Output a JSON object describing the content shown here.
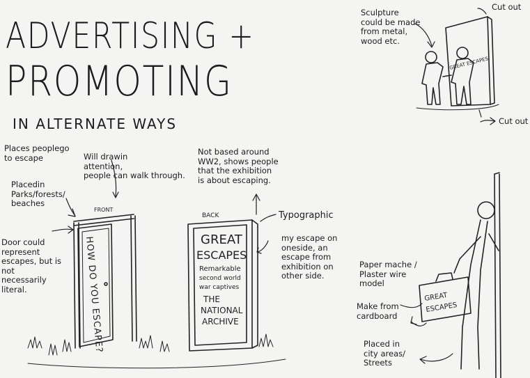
{
  "title": {
    "line1": "ADVERTISING +",
    "line2": "PROMOTING",
    "line3": "IN ALTERNATE WAYS"
  },
  "door": {
    "top_label": "FRONT",
    "sign_text": "HOW DO YOU ESCAPE?",
    "notes": {
      "places": "Places peoplego\nto escape",
      "draw_in": "Will drawin\nattention,\npeople can walk through.",
      "placed_in": "Placedin\nParks/forests/\nbeaches",
      "represent": "Door could\nrepresent\nescapes, but is\nnot\nnecessarily\nliteral."
    }
  },
  "back": {
    "top_label": "BACK",
    "sign_lines": [
      "GREAT",
      "ESCAPES",
      "Remarkable",
      "second world",
      "war captives",
      "THE",
      "NATIONAL",
      "ARCHIVE"
    ],
    "notes": {
      "not_based": "Not  based around\nWW2, shows people\nthat the exhibition\nis about escaping.",
      "typographic": "Typographic",
      "escape_one_side": "my escape on\noneside, an\nescape from\nexhibition on\nother side."
    }
  },
  "sculpture": {
    "note": "Sculpture\ncould be made\nfrom metal,\nwood etc.",
    "cut_out_top": "Cut out",
    "cut_out_bottom": "Cut out",
    "sign_text": "GREAT ESCAPES"
  },
  "suitcase": {
    "paper_mache": "Paper mache /\nPlaster wire\nmodel",
    "cardboard": "Make from\ncardboard",
    "city": "Placed in\ncity areas/\nStreets",
    "case_line1": "GREAT",
    "case_line2": "ESCAPES"
  }
}
